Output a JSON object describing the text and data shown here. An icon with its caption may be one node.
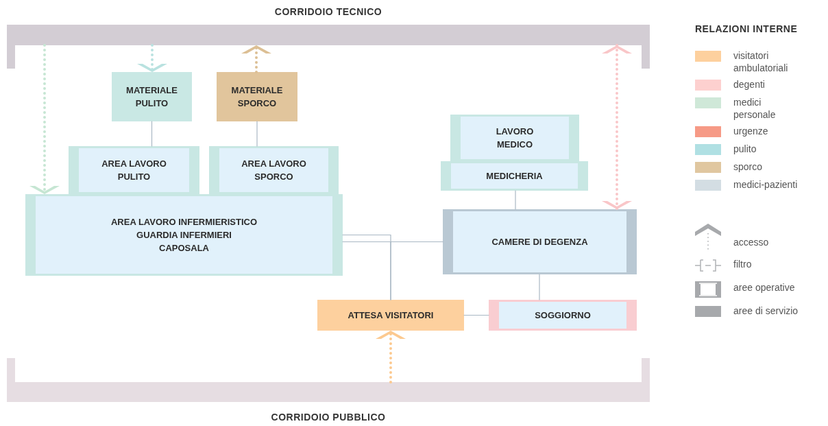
{
  "diagram": {
    "nodes": [
      {
        "text": [
          "CORRIDOIO TECNICO"
        ]
      },
      {
        "text": [
          "MATERIALE PULITO"
        ]
      },
      {
        "text": [
          "MATERIALE SPORCO"
        ]
      },
      {
        "text": [
          "AREA LAVORO PULITO"
        ]
      },
      {
        "text": [
          "AREA LAVORO SPORCO"
        ]
      },
      {
        "text": [
          "AREA LAVORO INFERMIERISTICO",
          "GUARDIA INFERMIERI",
          "CAPOSALA"
        ]
      },
      {
        "text": [
          "LAVORO MEDICO"
        ]
      },
      {
        "text": [
          "MEDICHERIA"
        ]
      },
      {
        "text": [
          "CAMERE DI DEGENZA"
        ]
      },
      {
        "text": [
          "ATTESA VISITATORI"
        ]
      },
      {
        "text": [
          "SOGGIORNO"
        ]
      },
      {
        "text": [
          "CORRIDOIO PUBBLICO"
        ]
      }
    ],
    "edges": [
      {
        "from": 1,
        "to": 3,
        "arrow": "none"
      },
      {
        "from": 2,
        "to": 4,
        "arrow": "none"
      },
      {
        "from": 7,
        "to": 8,
        "arrow": "none"
      },
      {
        "from": 5,
        "to": 8,
        "arrow": "none"
      },
      {
        "from": 9,
        "to": 5,
        "arrow": "none"
      },
      {
        "from": 9,
        "to": 8,
        "arrow": "none"
      },
      {
        "from": 8,
        "to": 10,
        "arrow": "none"
      },
      {
        "from": 9,
        "to": 10,
        "arrow": "none"
      },
      {
        "from": 0,
        "to": 5,
        "arrow": "to",
        "style": "dashed",
        "color": "#c6e6d3"
      },
      {
        "from": 0,
        "to": 1,
        "arrow": "to",
        "style": "dashed",
        "color": "#b9e2e0"
      },
      {
        "from": 2,
        "to": 0,
        "arrow": "to",
        "style": "dashed",
        "color": "#dcbf94"
      },
      {
        "from": 0,
        "to": 8,
        "arrow": "both",
        "style": "dashed",
        "color": "#f9c6c8"
      },
      {
        "from": 11,
        "to": 9,
        "arrow": "to",
        "style": "dashed",
        "color": "#fcc98f"
      }
    ],
    "labels": [
      "RELAZIONI INTERNE"
    ],
    "legend": [
      {
        "text": "visitatori ambulatoriali",
        "color": "#fdd09e"
      },
      {
        "text": "degenti",
        "color": "#fdd0cf"
      },
      {
        "text": "medici personale",
        "color": "#cfe8d8"
      },
      {
        "text": "urgenze",
        "color": "#f69a86"
      },
      {
        "text": "pulito",
        "color": "#b0e0e3"
      },
      {
        "text": "sporco",
        "color": "#e0c7a0"
      },
      {
        "text": "medici-pazienti",
        "color": "#d3dde3"
      },
      {
        "text": "accesso"
      },
      {
        "text": "filtro"
      },
      {
        "text": "aree operative"
      },
      {
        "text": "aree di servizio",
        "color": "#a7a9ac"
      }
    ]
  }
}
